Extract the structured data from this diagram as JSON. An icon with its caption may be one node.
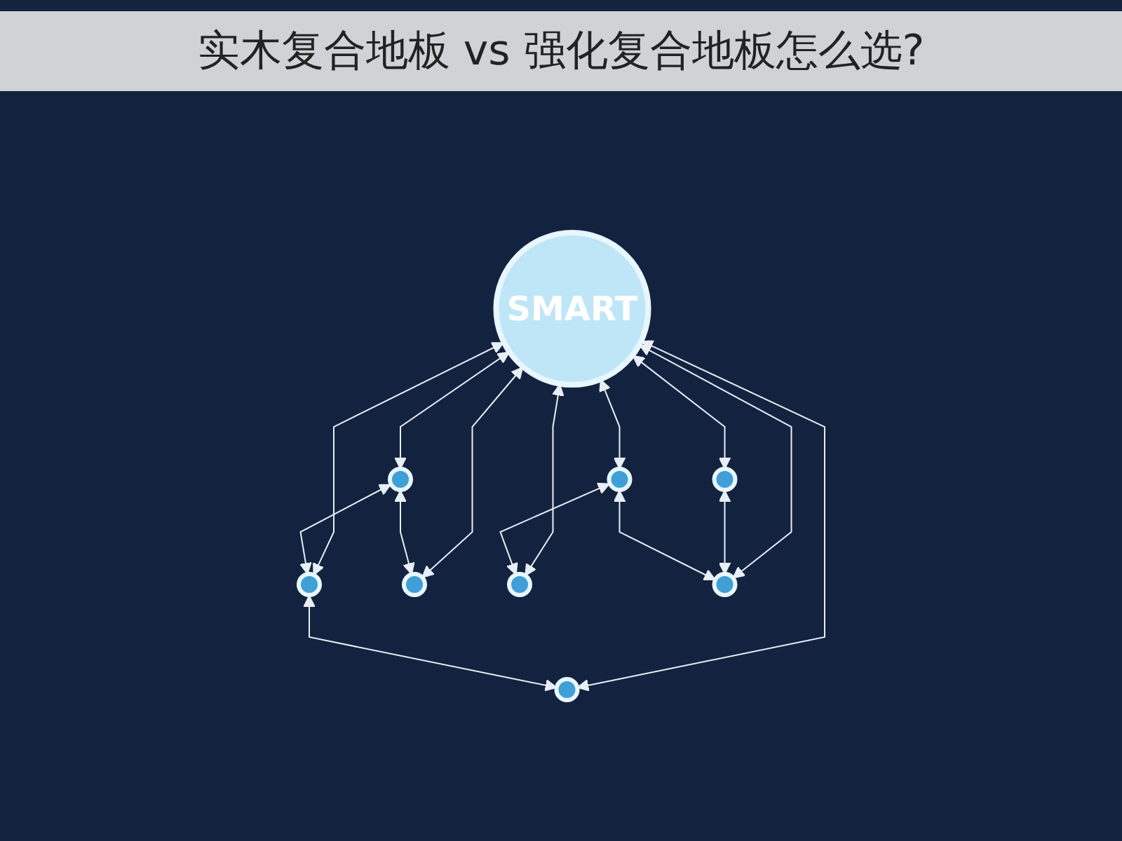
{
  "diagram": {
    "title": "实木复合地板 vs 强化复合地板怎么选?",
    "nodes": [
      {
        "text": [],
        "shape": "circle"
      },
      {
        "text": [],
        "shape": "circle"
      },
      {
        "text": [],
        "shape": "circle"
      },
      {
        "text": [],
        "shape": "circle"
      },
      {
        "text": [
          "SMART"
        ]
      },
      {
        "text": [],
        "shape": "circle"
      },
      {
        "text": [],
        "shape": "circle"
      },
      {
        "text": [],
        "shape": "circle"
      },
      {
        "text": [],
        "shape": "circle"
      }
    ],
    "edges": [
      {
        "from": 4,
        "to": 0,
        "arrow": "both"
      },
      {
        "from": 4,
        "to": 1,
        "arrow": "both"
      },
      {
        "from": 4,
        "to": 2,
        "arrow": "both"
      },
      {
        "from": 4,
        "to": 3,
        "arrow": "both"
      },
      {
        "from": 4,
        "to": 5,
        "arrow": "both"
      },
      {
        "from": 4,
        "to": 6,
        "arrow": "both"
      },
      {
        "from": 4,
        "to": 7,
        "arrow": "both"
      },
      {
        "from": 4,
        "to": 8,
        "arrow": "both"
      },
      {
        "from": 0,
        "to": 1,
        "arrow": "both"
      },
      {
        "from": 0,
        "to": 2,
        "arrow": "both"
      },
      {
        "from": 1,
        "to": 3,
        "arrow": "both"
      },
      {
        "from": 5,
        "to": 7,
        "arrow": "both"
      },
      {
        "from": 8,
        "to": 6,
        "arrow": "both"
      },
      {
        "from": 8,
        "to": 7,
        "arrow": "both"
      }
    ]
  }
}
